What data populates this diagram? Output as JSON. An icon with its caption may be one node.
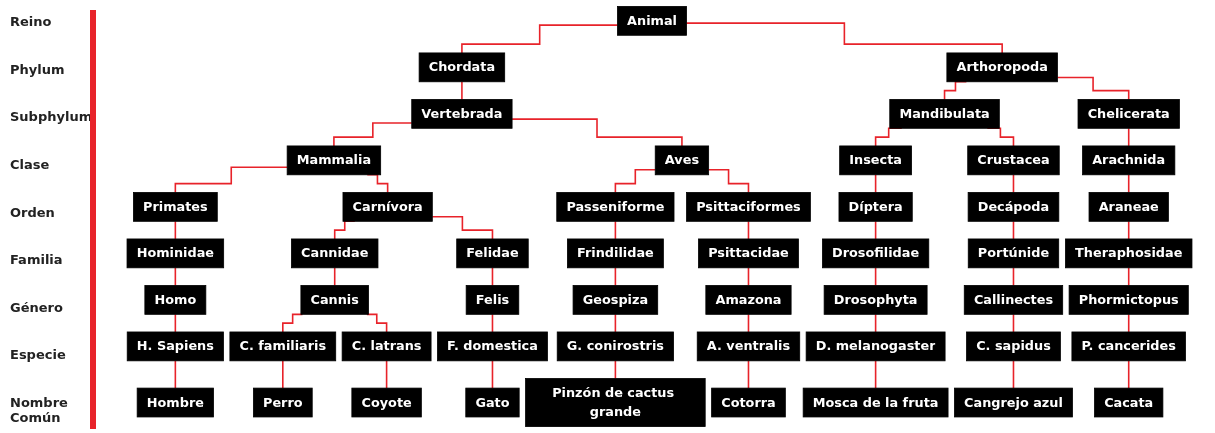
{
  "diagram": {
    "nodes": [
      {
        "text": [
          "Animal"
        ]
      },
      {
        "text": [
          "Chordata"
        ]
      },
      {
        "text": [
          "Arthoropoda"
        ]
      },
      {
        "text": [
          "Vertebrada"
        ]
      },
      {
        "text": [
          "Mandibulata"
        ]
      },
      {
        "text": [
          "Chelicerata"
        ]
      },
      {
        "text": [
          "Mammalia"
        ]
      },
      {
        "text": [
          "Aves"
        ]
      },
      {
        "text": [
          "Insecta"
        ]
      },
      {
        "text": [
          "Crustacea"
        ]
      },
      {
        "text": [
          "Arachnida"
        ]
      },
      {
        "text": [
          "Primates"
        ]
      },
      {
        "text": [
          "Carnívora"
        ]
      },
      {
        "text": [
          "Passeniforme"
        ]
      },
      {
        "text": [
          "Psittaciformes"
        ]
      },
      {
        "text": [
          "Díptera"
        ]
      },
      {
        "text": [
          "Decápoda"
        ]
      },
      {
        "text": [
          "Araneae"
        ]
      },
      {
        "text": [
          "Hominidae"
        ]
      },
      {
        "text": [
          "Cannidae"
        ]
      },
      {
        "text": [
          "Felidae"
        ]
      },
      {
        "text": [
          "Frindilidae"
        ]
      },
      {
        "text": [
          "Psittacidae"
        ]
      },
      {
        "text": [
          "Drosofilidae"
        ]
      },
      {
        "text": [
          "Portúnide"
        ]
      },
      {
        "text": [
          "Theraphosidae"
        ]
      },
      {
        "text": [
          "Homo"
        ]
      },
      {
        "text": [
          "Cannis"
        ]
      },
      {
        "text": [
          "Felis"
        ]
      },
      {
        "text": [
          "Geospiza"
        ]
      },
      {
        "text": [
          "Amazona"
        ]
      },
      {
        "text": [
          "Drosophyta"
        ]
      },
      {
        "text": [
          "Callinectes"
        ]
      },
      {
        "text": [
          "Phormictopus"
        ]
      },
      {
        "text": [
          "H. Sapiens"
        ]
      },
      {
        "text": [
          "C. familiaris"
        ]
      },
      {
        "text": [
          "C. latrans"
        ]
      },
      {
        "text": [
          "F. domestica"
        ]
      },
      {
        "text": [
          "G. conirostris"
        ]
      },
      {
        "text": [
          "A. ventralis"
        ]
      },
      {
        "text": [
          "D. melanogaster"
        ]
      },
      {
        "text": [
          "C. sapidus"
        ]
      },
      {
        "text": [
          "P. cancerides"
        ]
      },
      {
        "text": [
          "Hombre"
        ]
      },
      {
        "text": [
          "Perro"
        ]
      },
      {
        "text": [
          "Coyote"
        ]
      },
      {
        "text": [
          "Gato"
        ]
      },
      {
        "text": [
          "Pinzón de cactus grande"
        ]
      },
      {
        "text": [
          "Cotorra"
        ]
      },
      {
        "text": [
          "Mosca de la fruta"
        ]
      },
      {
        "text": [
          "Cangrejo azul"
        ]
      },
      {
        "text": [
          "Cacata"
        ]
      }
    ],
    "edges": [
      {
        "from": 0,
        "to": 1,
        "arrow": "none"
      },
      {
        "from": 0,
        "to": 2,
        "arrow": "none"
      },
      {
        "from": 1,
        "to": 3,
        "arrow": "none"
      },
      {
        "from": 2,
        "to": 4,
        "arrow": "none"
      },
      {
        "from": 2,
        "to": 5,
        "arrow": "none"
      },
      {
        "from": 3,
        "to": 6,
        "arrow": "none"
      },
      {
        "from": 3,
        "to": 7,
        "arrow": "none"
      },
      {
        "from": 4,
        "to": 8,
        "arrow": "none"
      },
      {
        "from": 4,
        "to": 9,
        "arrow": "none"
      },
      {
        "from": 5,
        "to": 10,
        "arrow": "none"
      },
      {
        "from": 6,
        "to": 11,
        "arrow": "none"
      },
      {
        "from": 6,
        "to": 12,
        "arrow": "none"
      },
      {
        "from": 7,
        "to": 13,
        "arrow": "none"
      },
      {
        "from": 7,
        "to": 14,
        "arrow": "none"
      },
      {
        "from": 8,
        "to": 15,
        "arrow": "none"
      },
      {
        "from": 9,
        "to": 16,
        "arrow": "none"
      },
      {
        "from": 10,
        "to": 17,
        "arrow": "none"
      },
      {
        "from": 11,
        "to": 18,
        "arrow": "none"
      },
      {
        "from": 12,
        "to": 19,
        "arrow": "none"
      },
      {
        "from": 12,
        "to": 20,
        "arrow": "none"
      },
      {
        "from": 13,
        "to": 21,
        "arrow": "none"
      },
      {
        "from": 14,
        "to": 22,
        "arrow": "none"
      },
      {
        "from": 15,
        "to": 23,
        "arrow": "none"
      },
      {
        "from": 16,
        "to": 24,
        "arrow": "none"
      },
      {
        "from": 17,
        "to": 25,
        "arrow": "none"
      },
      {
        "from": 18,
        "to": 26,
        "arrow": "none"
      },
      {
        "from": 19,
        "to": 27,
        "arrow": "none"
      },
      {
        "from": 20,
        "to": 28,
        "arrow": "none"
      },
      {
        "from": 21,
        "to": 29,
        "arrow": "none"
      },
      {
        "from": 22,
        "to": 30,
        "arrow": "none"
      },
      {
        "from": 23,
        "to": 31,
        "arrow": "none"
      },
      {
        "from": 24,
        "to": 32,
        "arrow": "none"
      },
      {
        "from": 25,
        "to": 33,
        "arrow": "none"
      },
      {
        "from": 26,
        "to": 34,
        "arrow": "none"
      },
      {
        "from": 27,
        "to": 35,
        "arrow": "none"
      },
      {
        "from": 27,
        "to": 36,
        "arrow": "none"
      },
      {
        "from": 28,
        "to": 37,
        "arrow": "none"
      },
      {
        "from": 29,
        "to": 38,
        "arrow": "none"
      },
      {
        "from": 30,
        "to": 39,
        "arrow": "none"
      },
      {
        "from": 31,
        "to": 40,
        "arrow": "none"
      },
      {
        "from": 32,
        "to": 41,
        "arrow": "none"
      },
      {
        "from": 33,
        "to": 42,
        "arrow": "none"
      },
      {
        "from": 34,
        "to": 43,
        "arrow": "none"
      },
      {
        "from": 35,
        "to": 44,
        "arrow": "none"
      },
      {
        "from": 36,
        "to": 45,
        "arrow": "none"
      },
      {
        "from": 37,
        "to": 46,
        "arrow": "none"
      },
      {
        "from": 38,
        "to": 47,
        "arrow": "none"
      },
      {
        "from": 39,
        "to": 48,
        "arrow": "none"
      },
      {
        "from": 40,
        "to": 49,
        "arrow": "none"
      },
      {
        "from": 41,
        "to": 50,
        "arrow": "none"
      },
      {
        "from": 42,
        "to": 51,
        "arrow": "none"
      }
    ],
    "labels": [
      "Reino",
      "Phylum",
      "Subphylum",
      "Clase",
      "Orden",
      "Familia",
      "Género",
      "Especie",
      "Nombre Común"
    ]
  }
}
